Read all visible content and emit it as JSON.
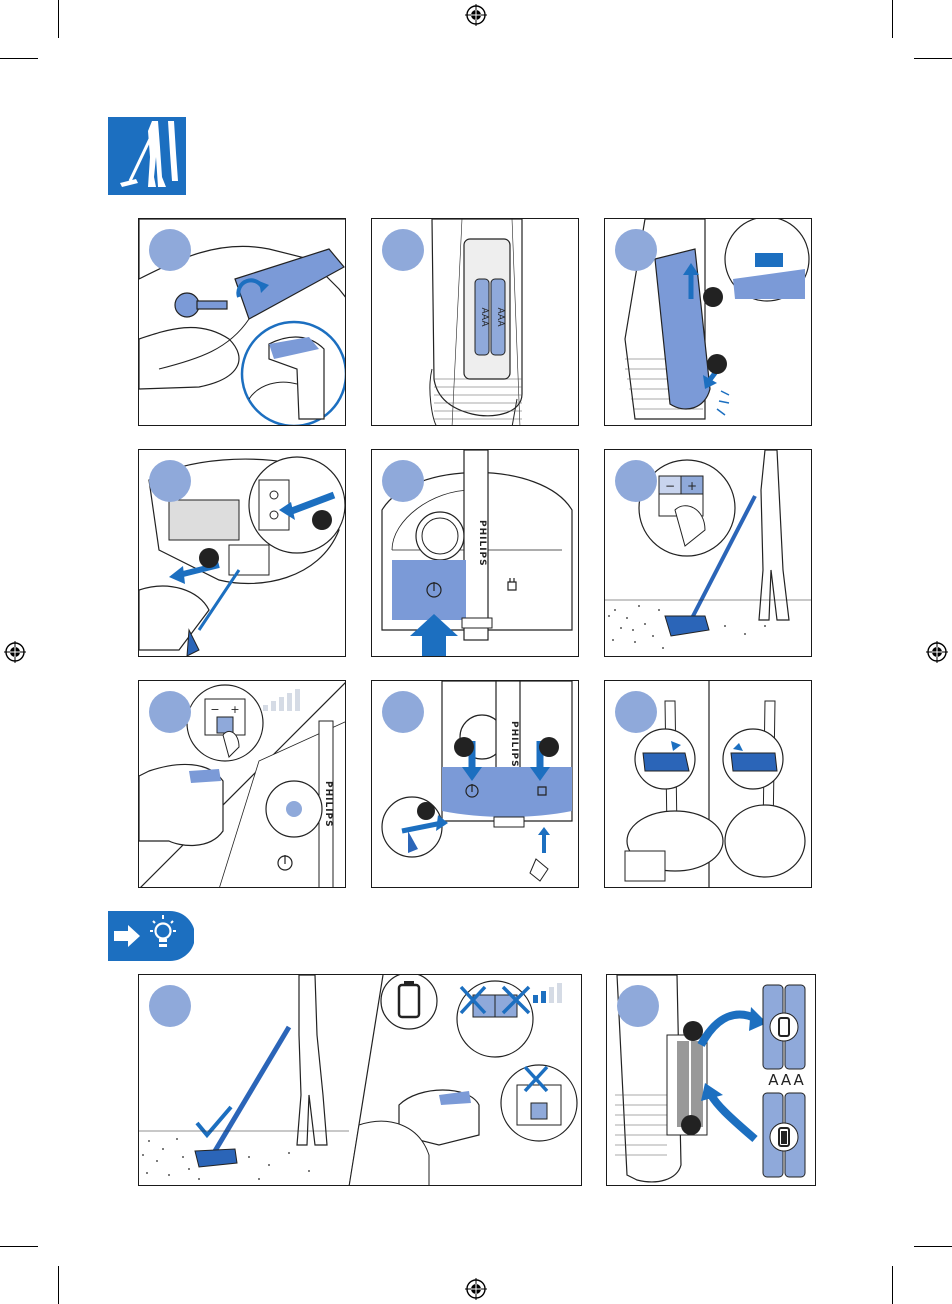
{
  "brand": "PHILIPS",
  "battery_label": "AAA",
  "symbols": {
    "power": "⏻",
    "minus": "−",
    "plus": "+",
    "plug": "plug-symbol"
  },
  "colors": {
    "accent": "#1c6fc0",
    "light_blue": "#8fa9da",
    "panel_blue": "#7b9ad7",
    "dark_blue": "#2b65b8"
  }
}
